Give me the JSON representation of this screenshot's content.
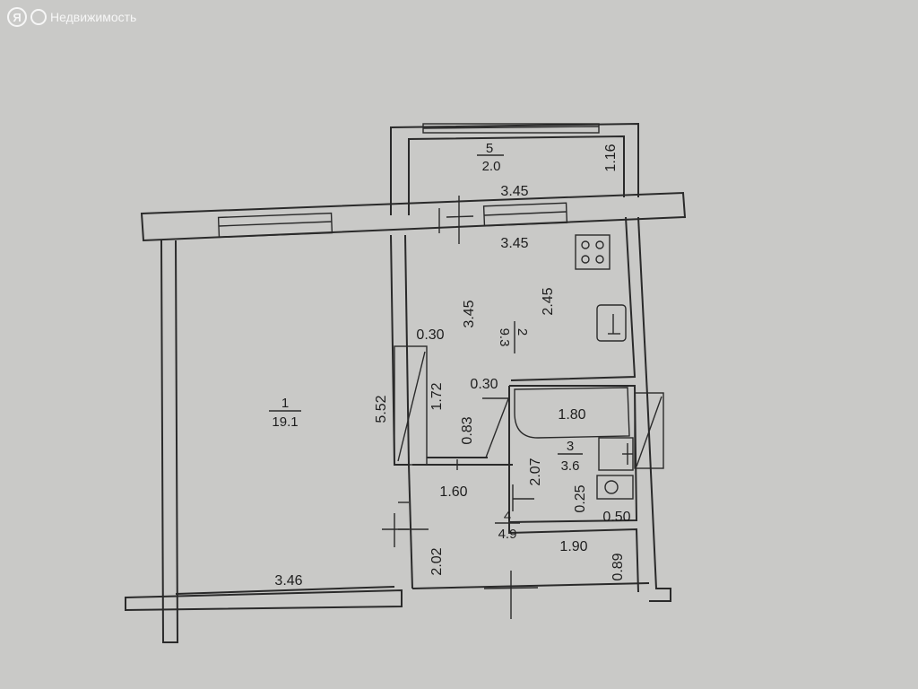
{
  "watermark": {
    "logo_letter": "Я",
    "text": "Недвижимость"
  },
  "rooms": [
    {
      "number": "1",
      "area": "19.1"
    },
    {
      "number": "2",
      "area": "9.3"
    },
    {
      "number": "3",
      "area": "3.6"
    },
    {
      "number": "4",
      "area": "4.9"
    },
    {
      "number": "5",
      "area": "2.0"
    }
  ],
  "dimensions": [
    "3.45",
    "1.16",
    "3.45",
    "2.45",
    "3.45",
    "0.30",
    "5.52",
    "1.72",
    "0.30",
    "0.83",
    "1.80",
    "2.07",
    "1.60",
    "0.25",
    "0.50",
    "2.02",
    "1.90",
    "0.89",
    "3.46"
  ],
  "colors": {
    "background": "#c9c9c7",
    "lines": "#2a2a2a"
  }
}
